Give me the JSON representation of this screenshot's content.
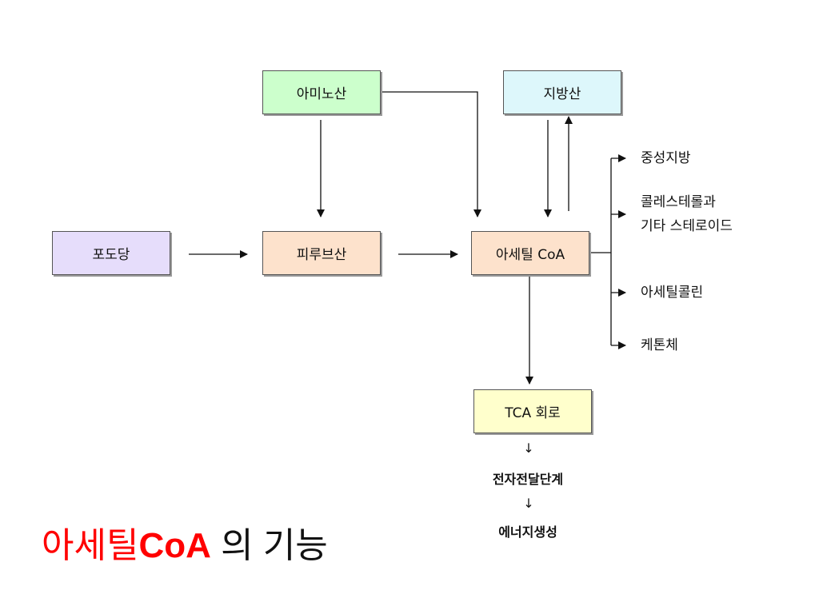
{
  "nodes": {
    "amino": "아미노산",
    "fatty": "지방산",
    "glucose": "포도당",
    "pyruvate": "피루브산",
    "acetyl": "아세틸 CoA",
    "tca": "TCA 회로"
  },
  "outputs": {
    "triglyceride": "중성지방",
    "cholesterol_line1": "콜레스테롤과",
    "cholesterol_line2": "기타 스테로이드",
    "acetylcholine": "아세틸콜린",
    "ketone": "케톤체"
  },
  "flow": {
    "arrow": "↓",
    "etc": "전자전달단계",
    "energy": "에너지생성"
  },
  "title": {
    "part1": "아세틸",
    "part2": "CoA",
    "part3": " 의 기능"
  },
  "colors": {
    "amino_fill": "#ccffcc",
    "fatty_fill": "#ddf7fb",
    "glucose_fill": "#e6ddfb",
    "pyruvate_fill": "#fde2cc",
    "acetyl_fill": "#fde2cc",
    "tca_fill": "#ffffcc",
    "title_accent": "#ff0000"
  }
}
